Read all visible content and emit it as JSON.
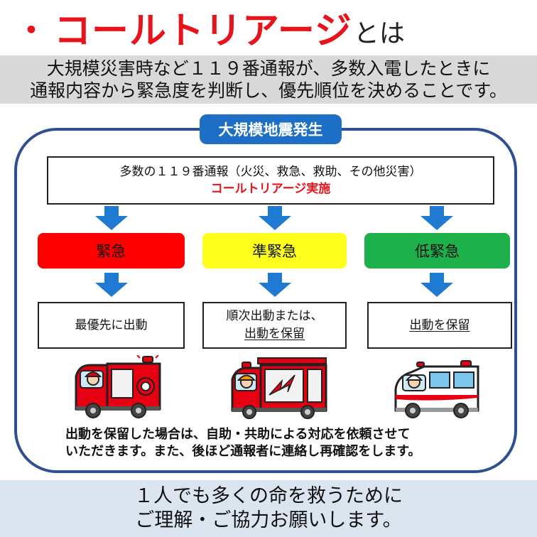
{
  "title": {
    "bullet": "・",
    "main": "コールトリアージ",
    "suffix": "とは"
  },
  "definition": {
    "line1": "大規模災害時など１１９番通報が、多数入電したときに",
    "line2": "通報内容から緊急度を判断し、優先順位を決めることです。"
  },
  "flow": {
    "trigger_label": "大規模地震発生",
    "call_box": {
      "line1": "多数の１１９番通報（火災、救急、救助、その他災害）",
      "line2": "コールトリアージ実施"
    },
    "levels": [
      {
        "label": "緊急",
        "color": "#ff0000"
      },
      {
        "label": "準緊急",
        "color": "#ffff1e"
      },
      {
        "label": "低緊急",
        "color": "#1eb04a"
      }
    ],
    "actions": {
      "a1": "最優先に出動",
      "a2_line1": "順次出動または、",
      "a2_line2": "出動を保留",
      "a3": "出動を保留"
    },
    "vehicles": [
      "fire-pumper-icon",
      "rescue-truck-icon",
      "ambulance-icon"
    ],
    "note": {
      "line1": "出動を保留した場合は、自助・共助による対応を依頼させて",
      "line2": "いただきます。また、後ほど通報者に連絡し再確認をします。"
    }
  },
  "footer": {
    "line1": "１人でも多くの命を救うために",
    "line2": "ご理解・ご協力お願いします。"
  },
  "colors": {
    "accent_red": "#e8141b",
    "panel_border": "#2f4f93",
    "label_blue": "#1c6fc4",
    "arrow_blue": "#1f7ad1",
    "definition_band": "#d9d9d9",
    "footer_band": "#dbe5f0"
  }
}
